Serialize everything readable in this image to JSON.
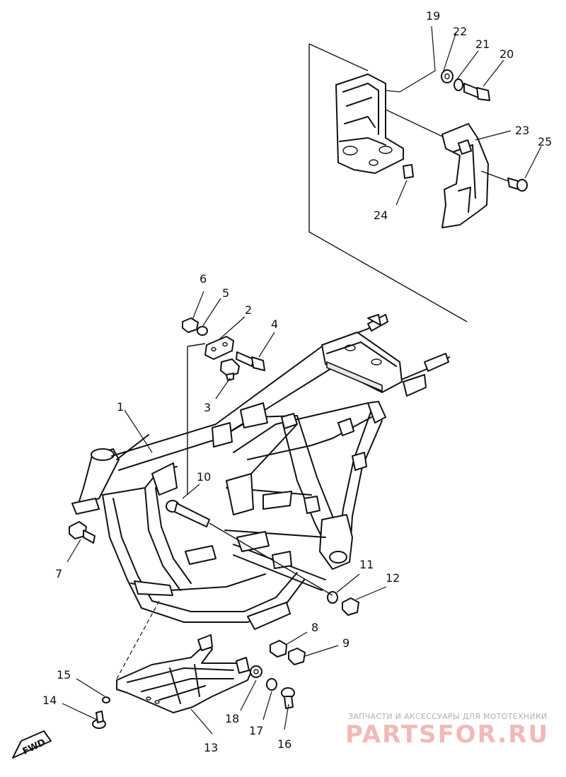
{
  "labels": [
    "1",
    "2",
    "3",
    "4",
    "5",
    "6",
    "7",
    "8",
    "9",
    "10",
    "11",
    "12",
    "13",
    "14",
    "15",
    "16",
    "17",
    "18",
    "19",
    "20",
    "21",
    "22",
    "23",
    "24",
    "25"
  ],
  "fwd": "FWD",
  "watermark": {
    "tagline": "ЗАПЧАСТИ И АКСЕССУАРЫ ДЛЯ МОТОТЕХНИКИ",
    "brand": "PARTSFOR.RU"
  }
}
